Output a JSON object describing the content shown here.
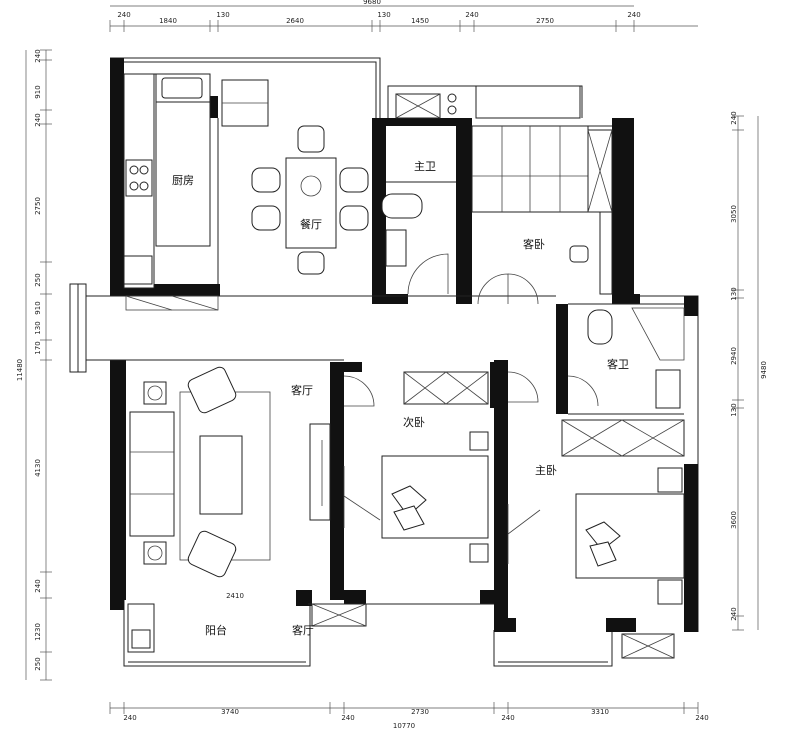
{
  "rooms": {
    "kitchen": "厨房",
    "dining": "餐厅",
    "master_bath": "主卫",
    "guest_bedroom": "客卧",
    "guest_bath": "客卫",
    "living": "客厅",
    "second_bedroom": "次卧",
    "master_bedroom": "主卧",
    "balcony": "阳台",
    "living_lower": "客厅"
  },
  "dimensions": {
    "top_total": "9680",
    "top": [
      "240",
      "1840",
      "130",
      "2640",
      "130",
      "1450",
      "240",
      "2750",
      "240"
    ],
    "bottom": [
      "240",
      "3740",
      "240",
      "2730",
      "240",
      "3310",
      "240"
    ],
    "bottom_total": "10770",
    "left": [
      "240",
      "910",
      "240",
      "2750",
      "250",
      "910",
      "130",
      "170",
      "4130",
      "240",
      "1230",
      "250"
    ],
    "left_total": "11480",
    "right": [
      "240",
      "3050",
      "130",
      "2940",
      "130",
      "3600",
      "240"
    ],
    "right_total": "9480",
    "balcony_width": "2410"
  }
}
